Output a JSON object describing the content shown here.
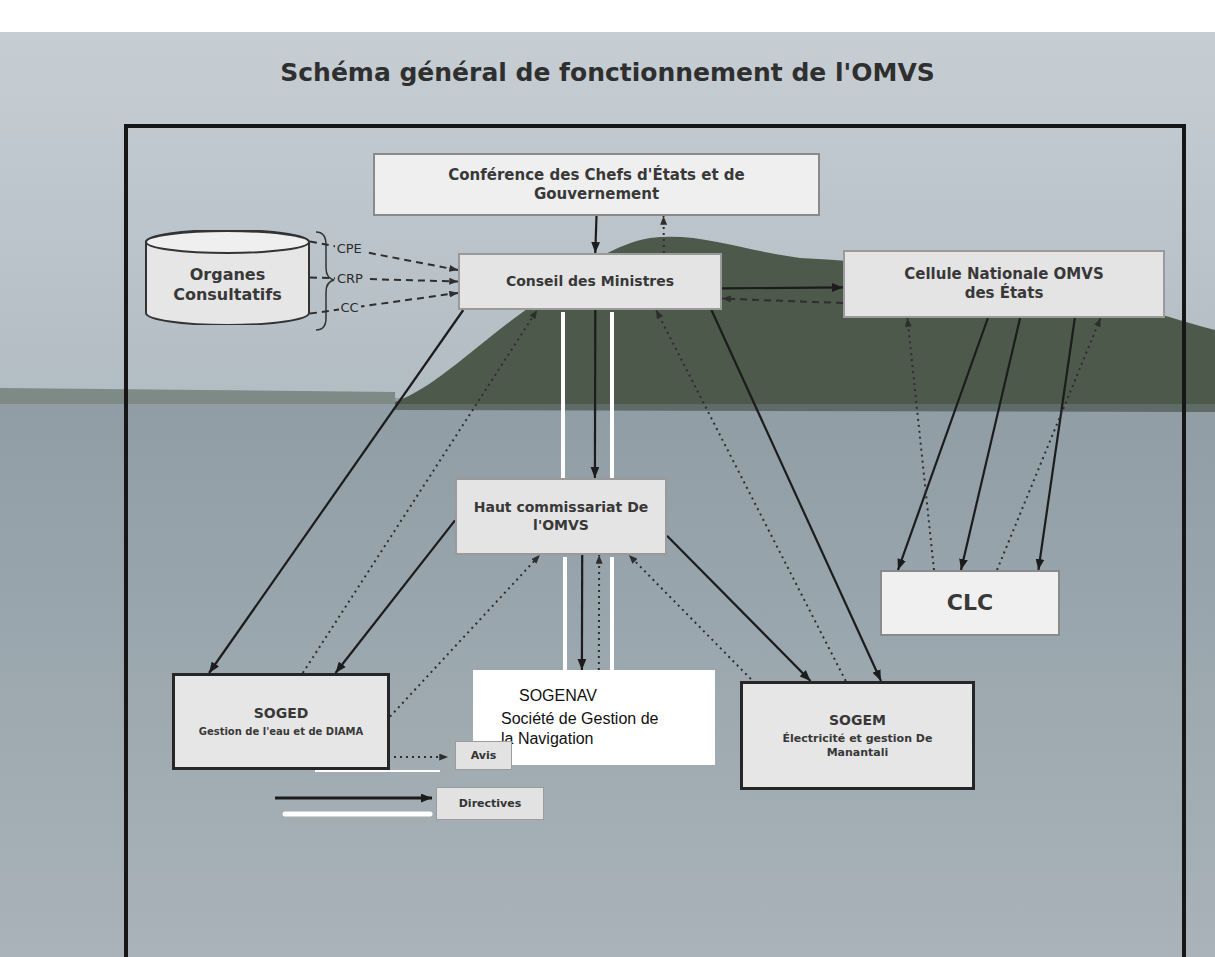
{
  "diagram": {
    "title": "Schéma général de fonctionnement de l'OMVS",
    "nodes": [
      {
        "text": [
          "Conférence des Chefs d'États et de Gouvernement"
        ]
      },
      {
        "text": [
          "Organes Consultatifs"
        ]
      },
      {
        "text": [
          "Conseil des Ministres"
        ]
      },
      {
        "text": [
          "Cellule Nationale OMVS des États"
        ]
      },
      {
        "text": [
          "Haut commissariat De l'OMVS"
        ]
      },
      {
        "text": [
          "CLC"
        ]
      },
      {
        "text": [
          "SOGED",
          "Gestion de l'eau et de DIAMA"
        ]
      },
      {
        "text": [
          "SOGENAV",
          "Société de Gestion de la Navigation"
        ]
      },
      {
        "text": [
          "SOGEM",
          "Électricité et gestion De Manantali"
        ]
      }
    ],
    "edges": [
      {
        "from": 0,
        "to": 2,
        "arrow": "to"
      },
      {
        "from": 2,
        "to": 0,
        "arrow": "to"
      },
      {
        "from": 1,
        "to": 2,
        "label": "CPE",
        "arrow": "to"
      },
      {
        "from": 1,
        "to": 2,
        "label": "CRP",
        "arrow": "to"
      },
      {
        "from": 1,
        "to": 2,
        "label": "CC",
        "arrow": "to"
      },
      {
        "from": 2,
        "to": 3,
        "arrow": "to"
      },
      {
        "from": 3,
        "to": 2,
        "arrow": "to"
      },
      {
        "from": 2,
        "to": 4,
        "arrow": "to"
      },
      {
        "from": 4,
        "to": 7,
        "arrow": "to"
      },
      {
        "from": 7,
        "to": 4,
        "arrow": "to"
      },
      {
        "from": 2,
        "to": 6,
        "arrow": "to"
      },
      {
        "from": 6,
        "to": 2,
        "arrow": "to"
      },
      {
        "from": 4,
        "to": 6,
        "arrow": "to"
      },
      {
        "from": 6,
        "to": 4,
        "arrow": "to"
      },
      {
        "from": 4,
        "to": 8,
        "arrow": "to"
      },
      {
        "from": 8,
        "to": 4,
        "arrow": "to"
      },
      {
        "from": 2,
        "to": 8,
        "arrow": "to"
      },
      {
        "from": 8,
        "to": 2,
        "arrow": "to"
      },
      {
        "from": 3,
        "to": 5,
        "arrow": "to"
      },
      {
        "from": 3,
        "to": 5,
        "arrow": "to"
      },
      {
        "from": 3,
        "to": 5,
        "arrow": "to"
      },
      {
        "from": 5,
        "to": 3,
        "arrow": "to"
      },
      {
        "from": 5,
        "to": 3,
        "arrow": "to"
      }
    ],
    "legend": [
      {
        "text": "Avis"
      },
      {
        "text": "Directives"
      }
    ]
  }
}
